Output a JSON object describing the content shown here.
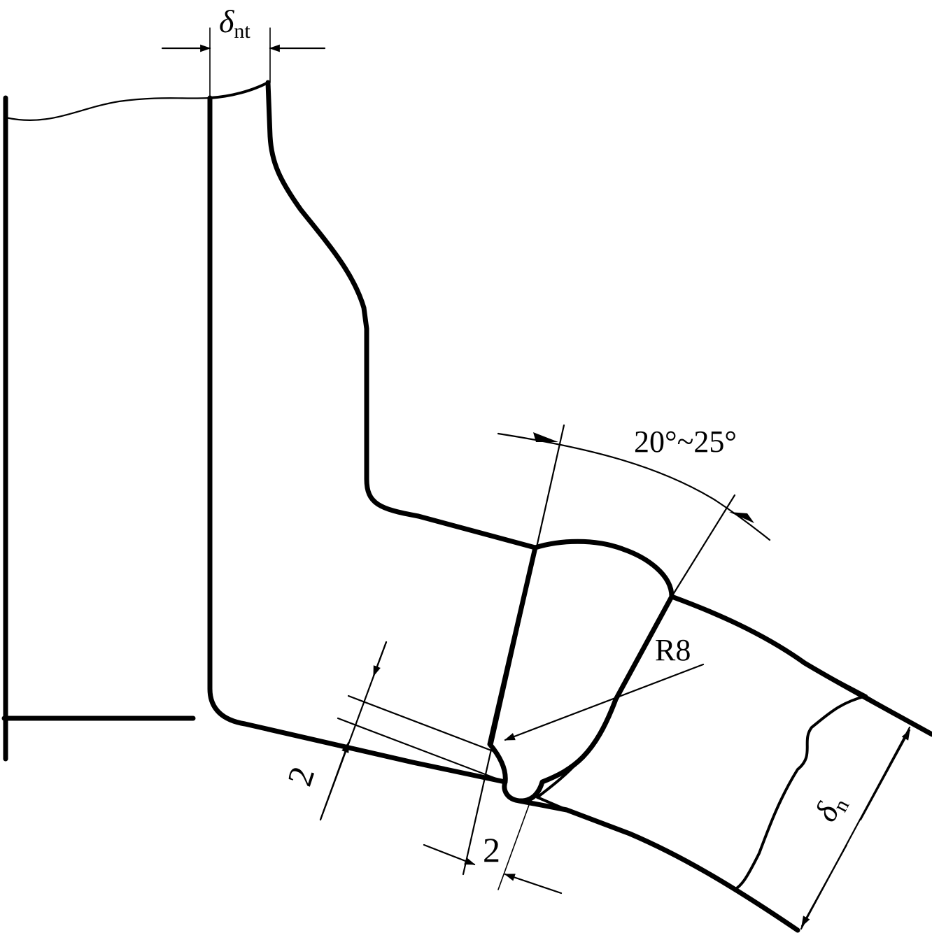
{
  "drawing": {
    "type": "weld joint cross-section",
    "labels": {
      "flange_thickness_symbol": "δ",
      "flange_thickness_subscript": "nt",
      "bevel_angle": "20°~25°",
      "root_radius": "R8",
      "land_height": "2",
      "root_gap": "2",
      "shell_thickness_symbol": "δ",
      "shell_thickness_subscript": "n"
    },
    "colors": {
      "ink": "#000000",
      "paper": "#ffffff"
    }
  }
}
